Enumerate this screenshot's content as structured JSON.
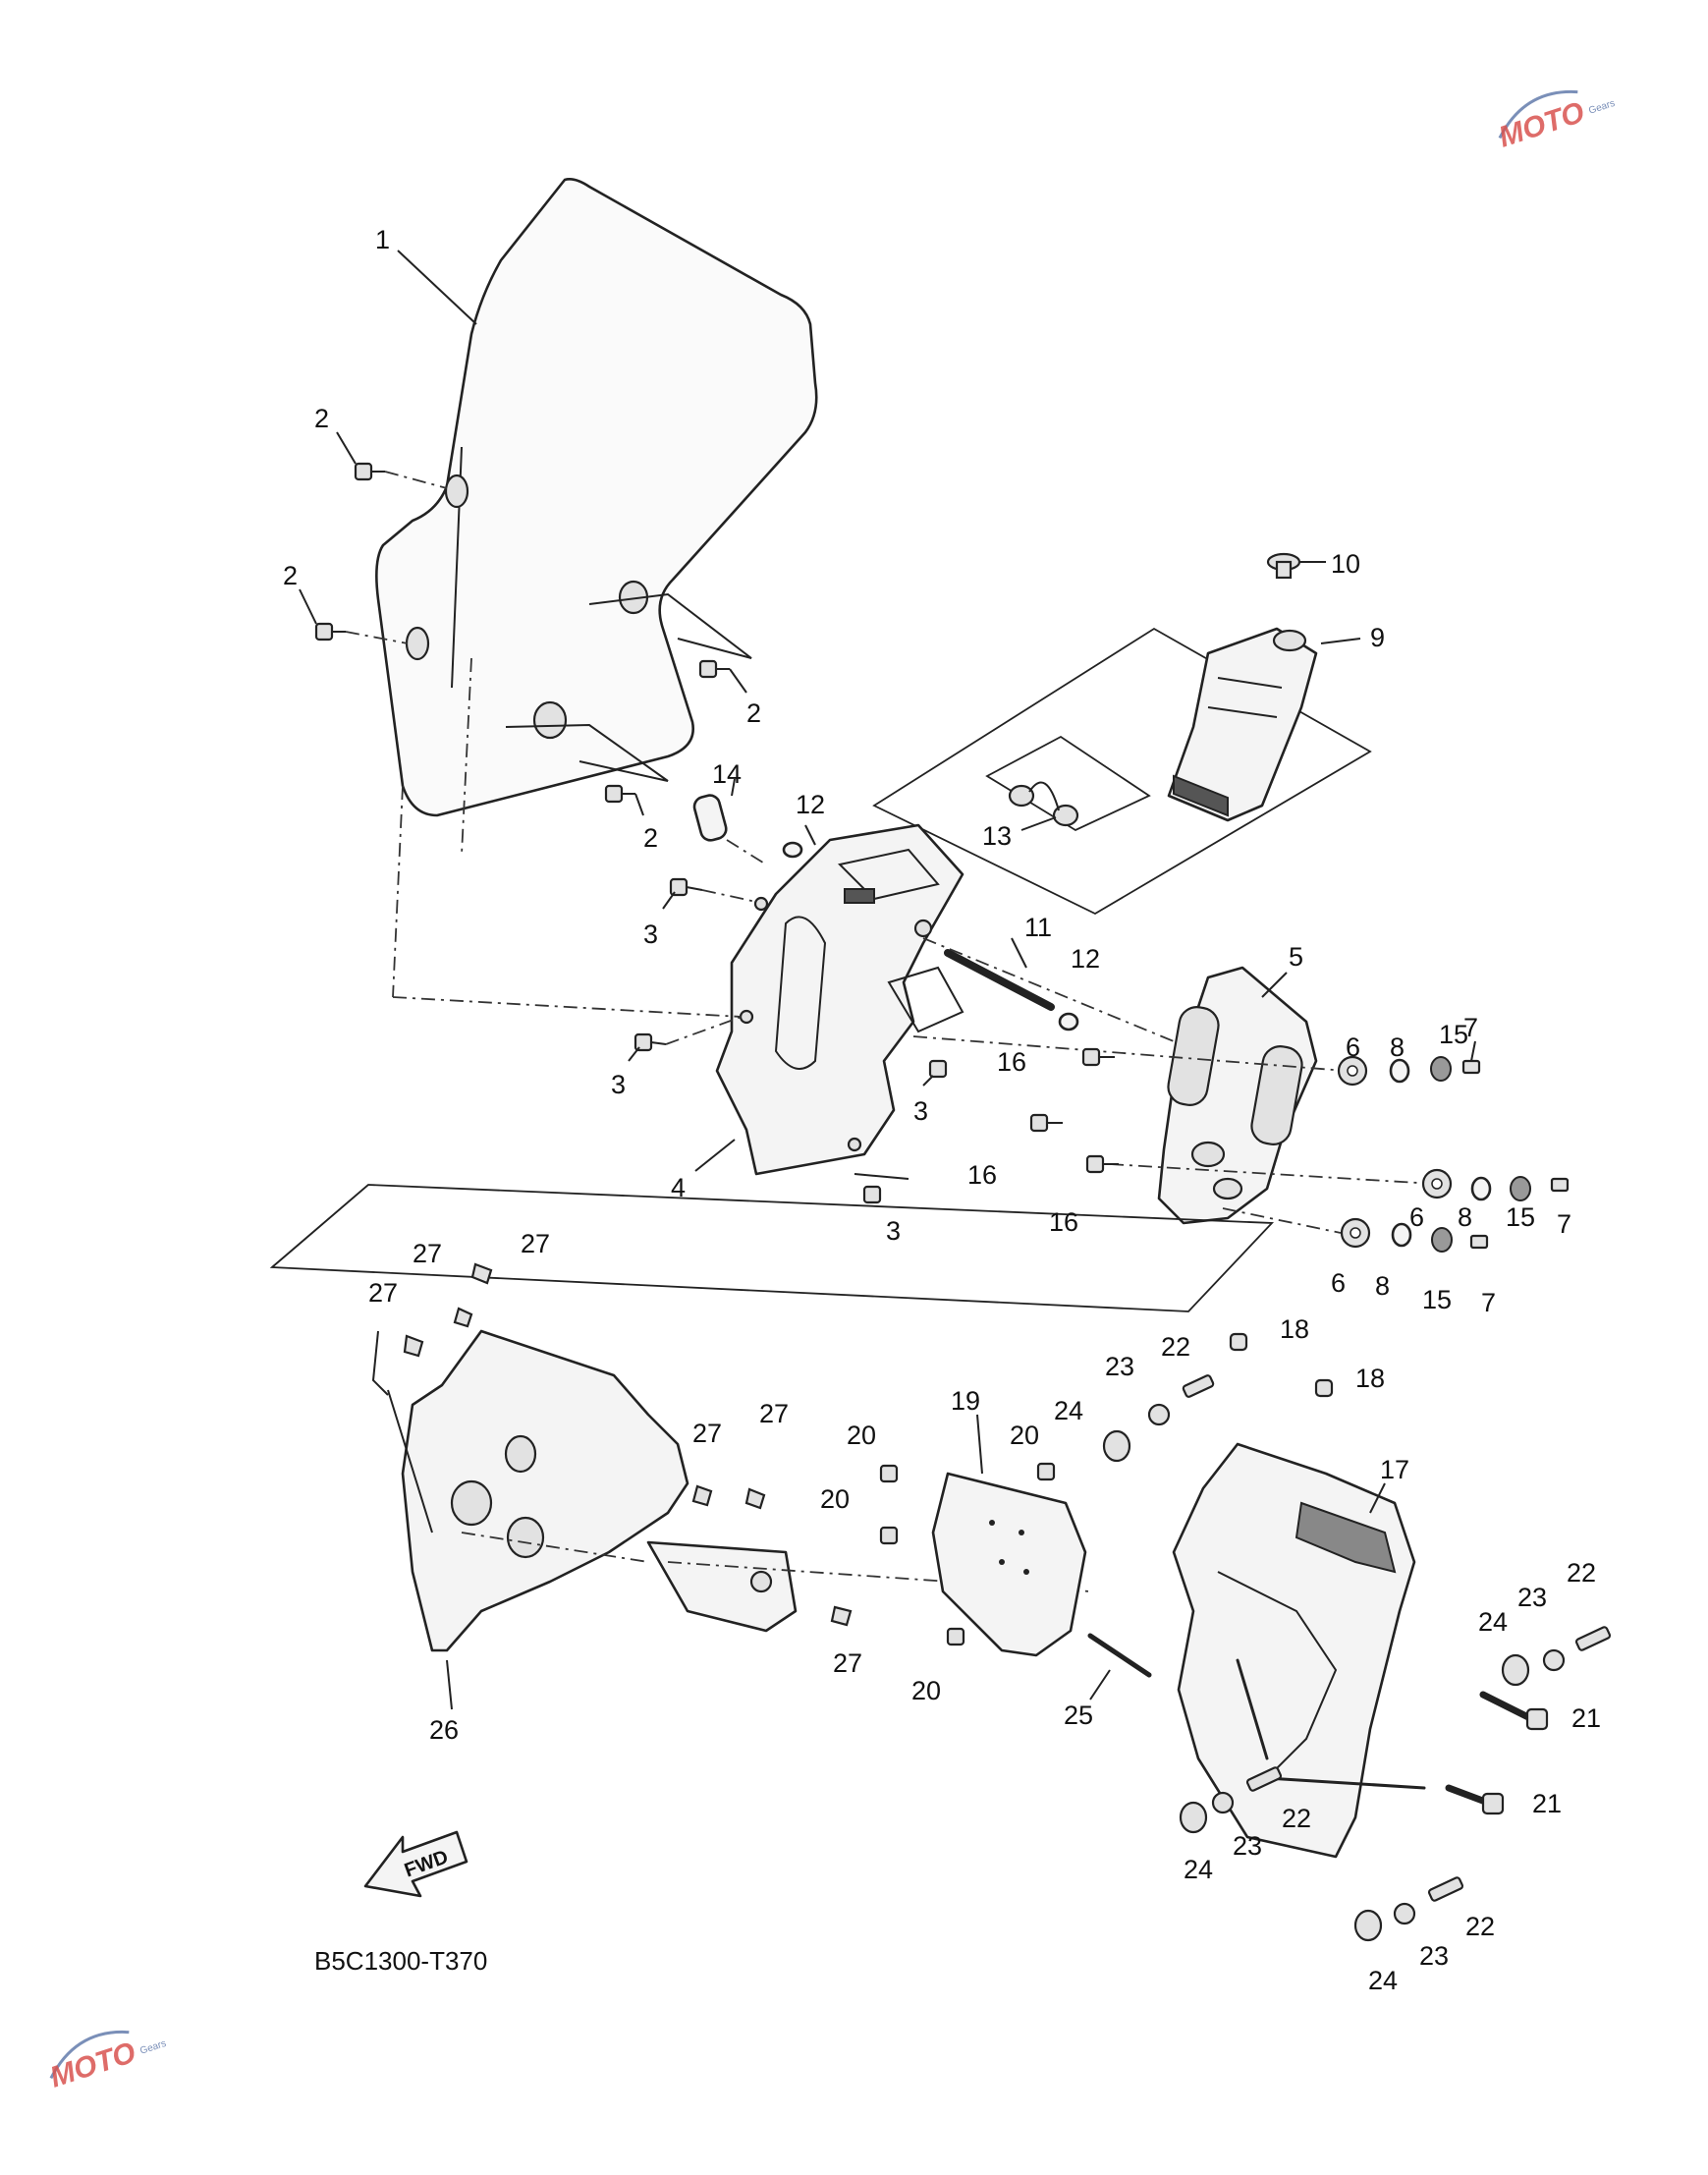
{
  "diagram": {
    "drawing_code": "B5C1300-T370",
    "fwd_label": "FWD",
    "watermark": "MOTO",
    "callouts": {
      "c1": "1",
      "c2a": "2",
      "c2b": "2",
      "c2c": "2",
      "c2d": "2",
      "c3a": "3",
      "c3b": "3",
      "c3c": "3",
      "c3d": "3",
      "c4": "4",
      "c5": "5",
      "c6a": "6",
      "c6b": "6",
      "c6c": "6",
      "c7a": "7",
      "c7b": "7",
      "c7c": "7",
      "c8a": "8",
      "c8b": "8",
      "c8c": "8",
      "c9": "9",
      "c10": "10",
      "c11": "11",
      "c12a": "12",
      "c12b": "12",
      "c13": "13",
      "c14": "14",
      "c15a": "15",
      "c15b": "15",
      "c15c": "15",
      "c16a": "16",
      "c16b": "16",
      "c16c": "16",
      "c17": "17",
      "c18a": "18",
      "c18b": "18",
      "c19": "19",
      "c20a": "20",
      "c20b": "20",
      "c20c": "20",
      "c20d": "20",
      "c21a": "21",
      "c21b": "21",
      "c22a": "22",
      "c22b": "22",
      "c22c": "22",
      "c22d": "22",
      "c23a": "23",
      "c23b": "23",
      "c23c": "23",
      "c23d": "23",
      "c24a": "24",
      "c24b": "24",
      "c24c": "24",
      "c24d": "24",
      "c25": "25",
      "c26": "26",
      "c27a": "27",
      "c27b": "27",
      "c27c": "27",
      "c27d": "27",
      "c27e": "27",
      "c27f": "27"
    }
  }
}
